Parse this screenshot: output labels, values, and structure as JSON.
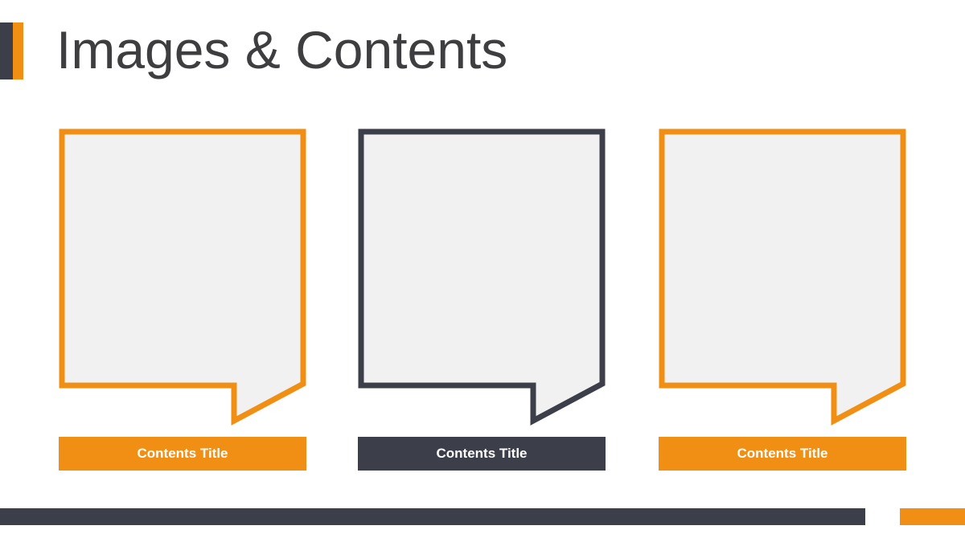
{
  "slide": {
    "title": "Images & Contents"
  },
  "colors": {
    "accent_orange": "#f18f15",
    "accent_dark": "#3c3e4a",
    "placeholder_fill": "#f1f1f1",
    "title_text": "#3e3e40"
  },
  "cards": [
    {
      "caption": "Contents Title",
      "color": "orange",
      "icon": "speech-bubble-image-placeholder"
    },
    {
      "caption": "Contents Title",
      "color": "dark",
      "icon": "speech-bubble-image-placeholder"
    },
    {
      "caption": "Contents Title",
      "color": "orange",
      "icon": "speech-bubble-image-placeholder"
    }
  ]
}
